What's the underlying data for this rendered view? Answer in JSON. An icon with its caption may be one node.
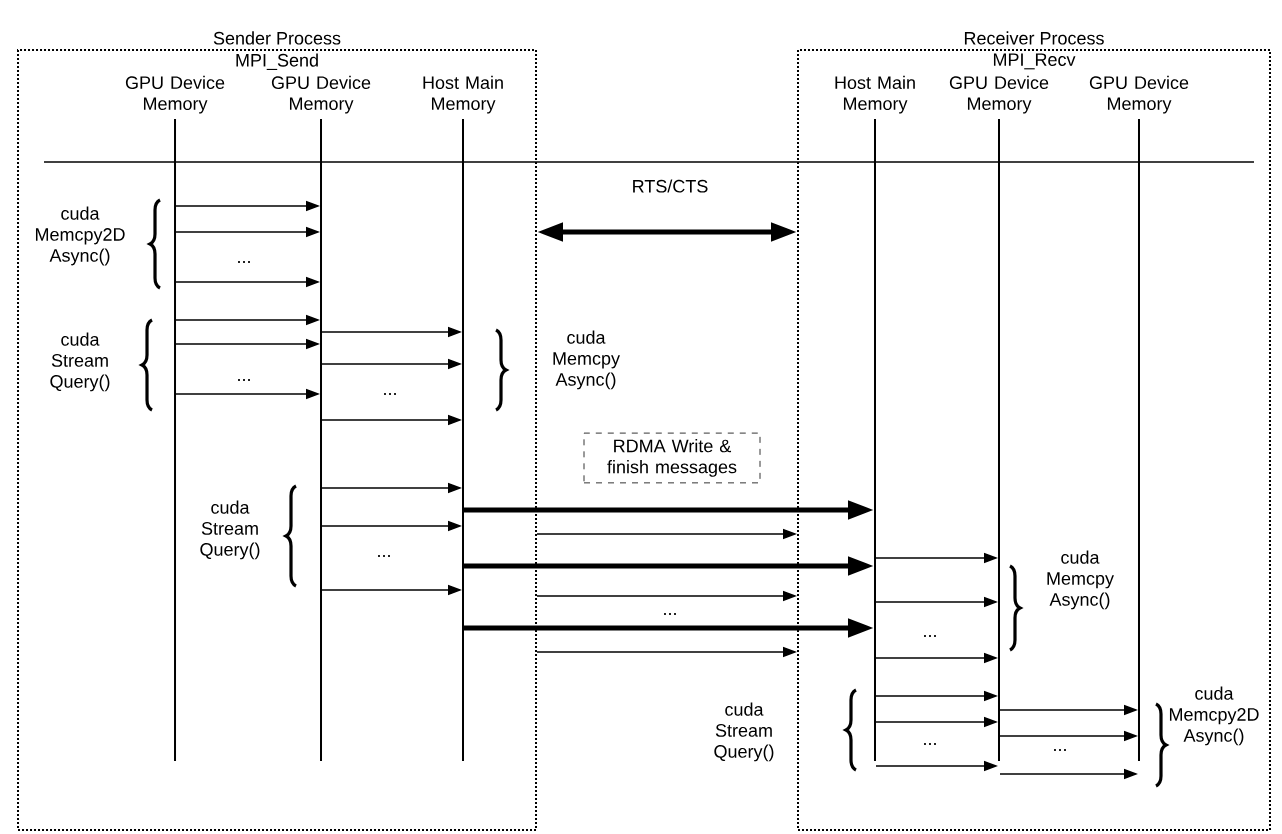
{
  "diagram": {
    "nodes": [
      {
        "text": [
          "Sender Process",
          "MPI_Send"
        ]
      },
      {
        "text": [
          "GPU Device Memory"
        ],
        "in": 0
      },
      {
        "text": [
          "GPU Device Memory"
        ],
        "in": 0
      },
      {
        "text": [
          "Host Main Memory"
        ],
        "in": 0
      },
      {
        "text": [
          "Receiver Process",
          "MPI_Recv"
        ]
      },
      {
        "text": [
          "Host Main Memory"
        ],
        "in": 4
      },
      {
        "text": [
          "GPU Device Memory"
        ],
        "in": 4
      },
      {
        "text": [
          "GPU Device Memory"
        ],
        "in": 4
      },
      {
        "text": [
          "RDMA Write & finish messages"
        ]
      }
    ],
    "edges": [
      {
        "from": 1,
        "to": 2,
        "arrow": "to"
      },
      {
        "from": 1,
        "to": 2,
        "arrow": "to"
      },
      {
        "from": 1,
        "to": 2,
        "arrow": "to"
      },
      {
        "from": 1,
        "to": 2,
        "arrow": "to"
      },
      {
        "from": 1,
        "to": 2,
        "arrow": "to"
      },
      {
        "from": 1,
        "to": 2,
        "arrow": "to"
      },
      {
        "from": 2,
        "to": 3,
        "arrow": "to"
      },
      {
        "from": 2,
        "to": 3,
        "arrow": "to"
      },
      {
        "from": 2,
        "to": 3,
        "arrow": "to"
      },
      {
        "from": 2,
        "to": 3,
        "arrow": "to"
      },
      {
        "from": 2,
        "to": 3,
        "arrow": "to"
      },
      {
        "from": 2,
        "to": 3,
        "arrow": "to"
      },
      {
        "from": 0,
        "to": 4,
        "arrow": "both",
        "label": "RTS/CTS",
        "style": "thick"
      },
      {
        "from": 3,
        "to": 5,
        "arrow": "to",
        "style": "thick"
      },
      {
        "from": 0,
        "to": 4,
        "arrow": "to"
      },
      {
        "from": 3,
        "to": 5,
        "arrow": "to",
        "style": "thick"
      },
      {
        "from": 0,
        "to": 4,
        "arrow": "to"
      },
      {
        "from": 3,
        "to": 5,
        "arrow": "to",
        "style": "thick"
      },
      {
        "from": 0,
        "to": 4,
        "arrow": "to"
      },
      {
        "from": 5,
        "to": 6,
        "arrow": "to"
      },
      {
        "from": 5,
        "to": 6,
        "arrow": "to"
      },
      {
        "from": 5,
        "to": 6,
        "arrow": "to"
      },
      {
        "from": 5,
        "to": 6,
        "arrow": "to"
      },
      {
        "from": 5,
        "to": 6,
        "arrow": "to"
      },
      {
        "from": 5,
        "to": 6,
        "arrow": "to"
      },
      {
        "from": 6,
        "to": 7,
        "arrow": "to"
      },
      {
        "from": 6,
        "to": 7,
        "arrow": "to"
      },
      {
        "from": 6,
        "to": 7,
        "arrow": "to"
      }
    ],
    "labels": [
      "cuda Memcpy2D Async()",
      "...",
      "cuda Stream Query()",
      "...",
      "...",
      "cuda Memcpy Async()",
      "cuda Stream Query()",
      "...",
      "...",
      "cuda Memcpy Async()",
      "...",
      "cuda Stream Query()",
      "...",
      "...",
      "cuda Memcpy2D Async()"
    ]
  }
}
